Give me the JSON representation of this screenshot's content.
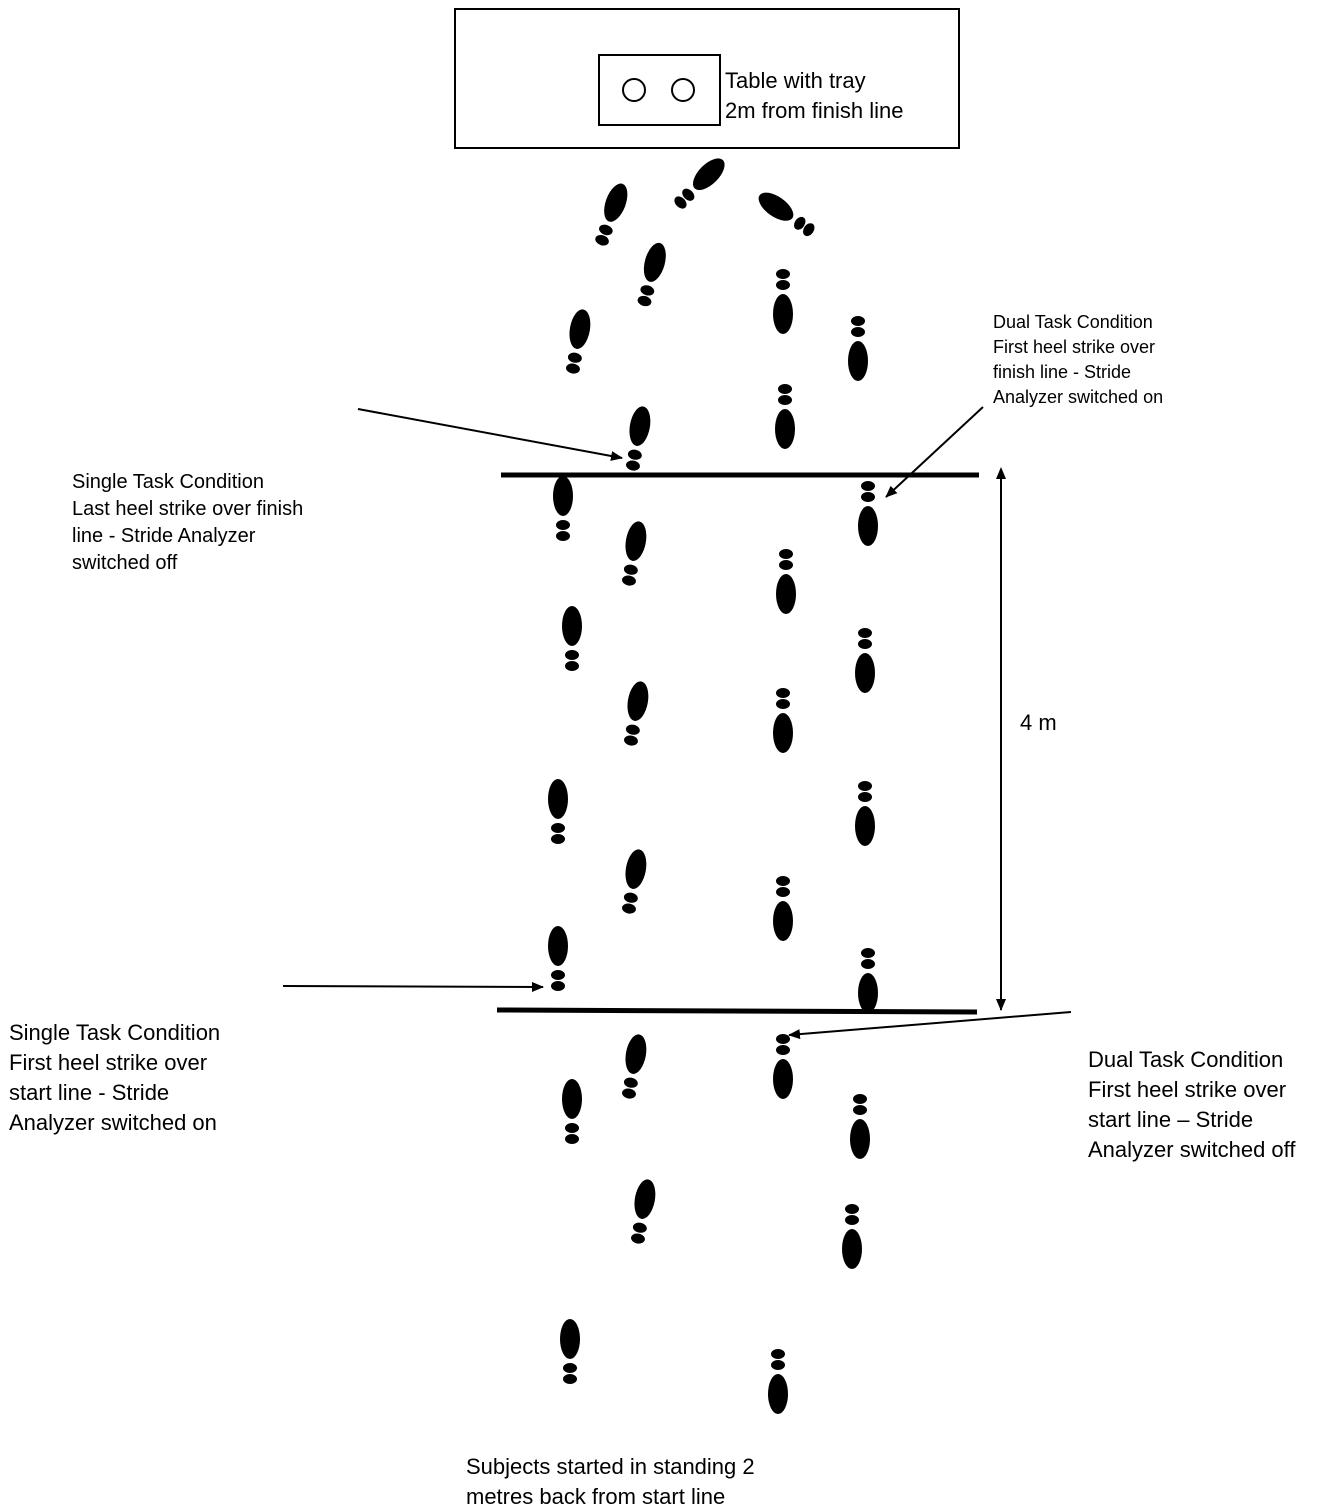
{
  "table": {
    "lines": [
      "Table with tray",
      "2m from finish line"
    ]
  },
  "distance_label": "4 m",
  "annotations": {
    "single_task_finish": {
      "lines": [
        "Single Task Condition",
        "Last heel strike over finish",
        "line - Stride Analyzer",
        "switched off"
      ]
    },
    "dual_task_finish": {
      "lines": [
        "Dual Task Condition",
        "First heel strike over",
        "finish line - Stride",
        "Analyzer switched on"
      ]
    },
    "single_task_start": {
      "lines": [
        "Single Task Condition",
        "First heel strike over",
        "start line - Stride",
        "Analyzer switched on"
      ]
    },
    "dual_task_start": {
      "lines": [
        "Dual Task Condition",
        "First heel strike over",
        "start line – Stride",
        "Analyzer switched off"
      ]
    }
  },
  "caption": {
    "lines": [
      "Subjects started in standing 2",
      "metres back from start line"
    ]
  },
  "colors": {
    "ink": "#000000",
    "paper": "#ffffff"
  }
}
